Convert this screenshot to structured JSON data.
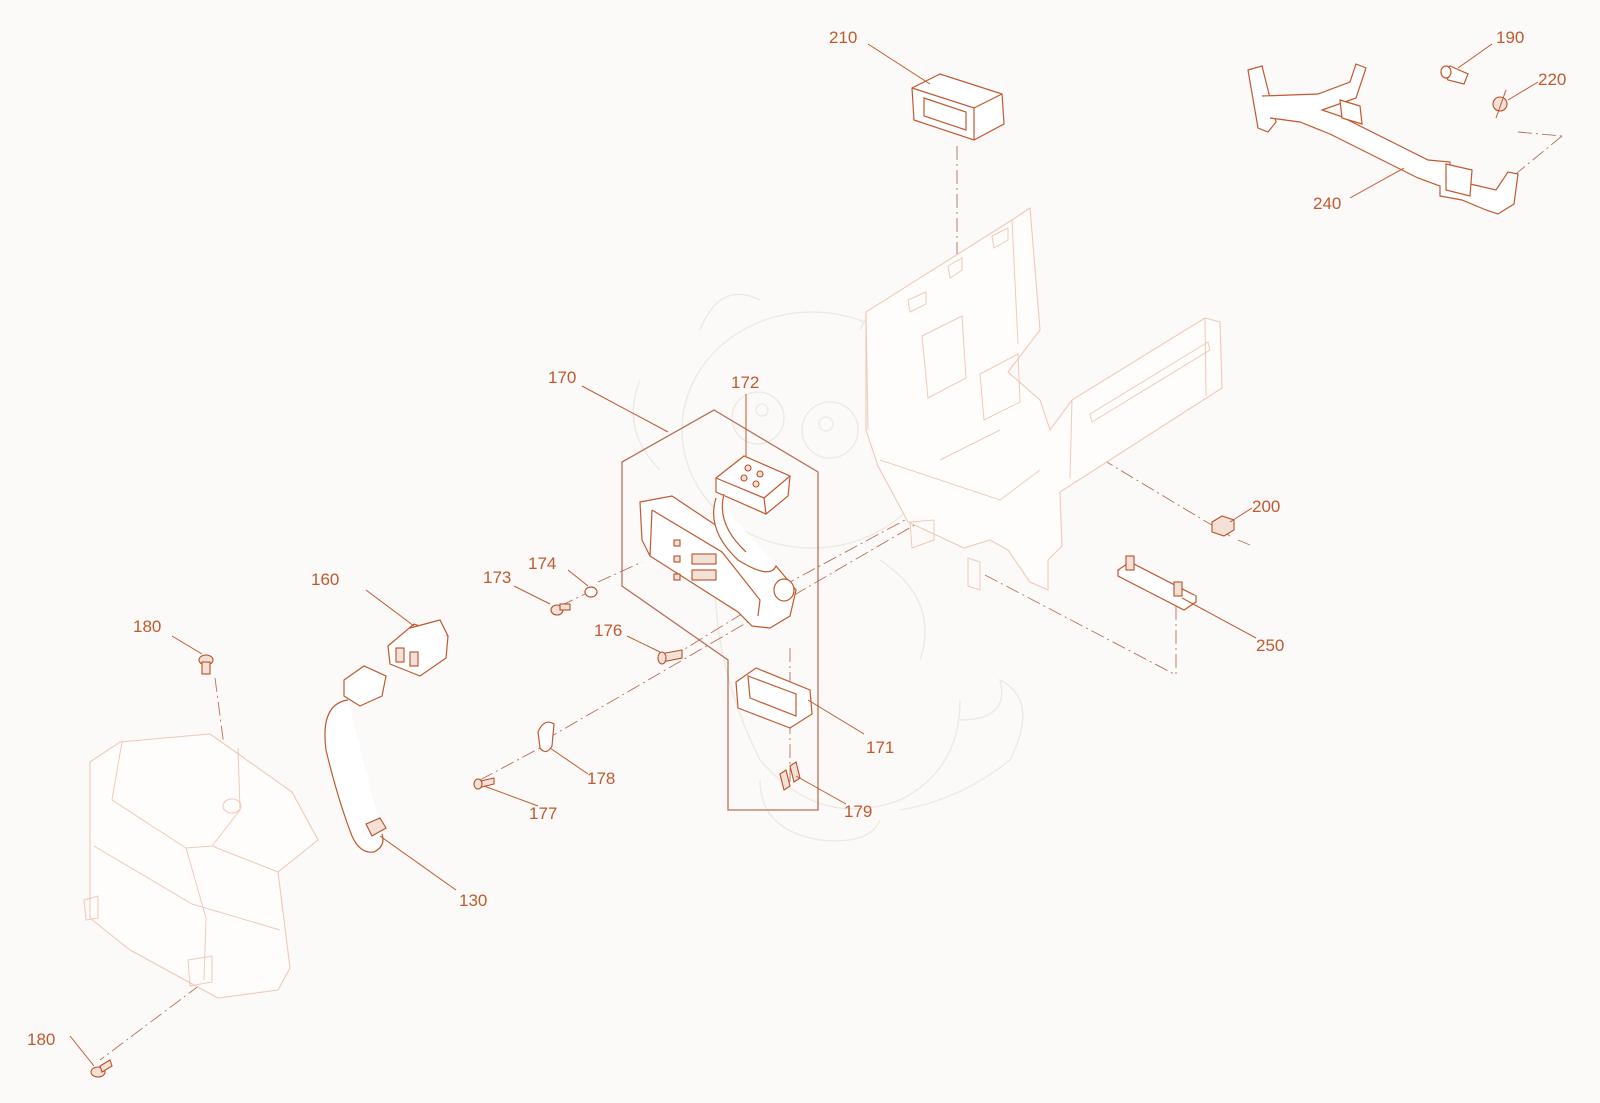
{
  "callouts": [
    {
      "id": "c210",
      "text": "210"
    },
    {
      "id": "c190",
      "text": "190"
    },
    {
      "id": "c220",
      "text": "220"
    },
    {
      "id": "c240",
      "text": "240"
    },
    {
      "id": "c170",
      "text": "170"
    },
    {
      "id": "c172",
      "text": "172"
    },
    {
      "id": "c200",
      "text": "200"
    },
    {
      "id": "c160",
      "text": "160"
    },
    {
      "id": "c174",
      "text": "174"
    },
    {
      "id": "c173",
      "text": "173"
    },
    {
      "id": "c180a",
      "text": "180"
    },
    {
      "id": "c176",
      "text": "176"
    },
    {
      "id": "c250",
      "text": "250"
    },
    {
      "id": "c171",
      "text": "171"
    },
    {
      "id": "c178",
      "text": "178"
    },
    {
      "id": "c177",
      "text": "177"
    },
    {
      "id": "c179",
      "text": "179"
    },
    {
      "id": "c130",
      "text": "130"
    },
    {
      "id": "c180b",
      "text": "180"
    }
  ],
  "colors": {
    "accent": "#c0592f",
    "faint_part": "#f0c9b8",
    "background": "#fbfaf8",
    "watermark": "#ece8e2"
  }
}
